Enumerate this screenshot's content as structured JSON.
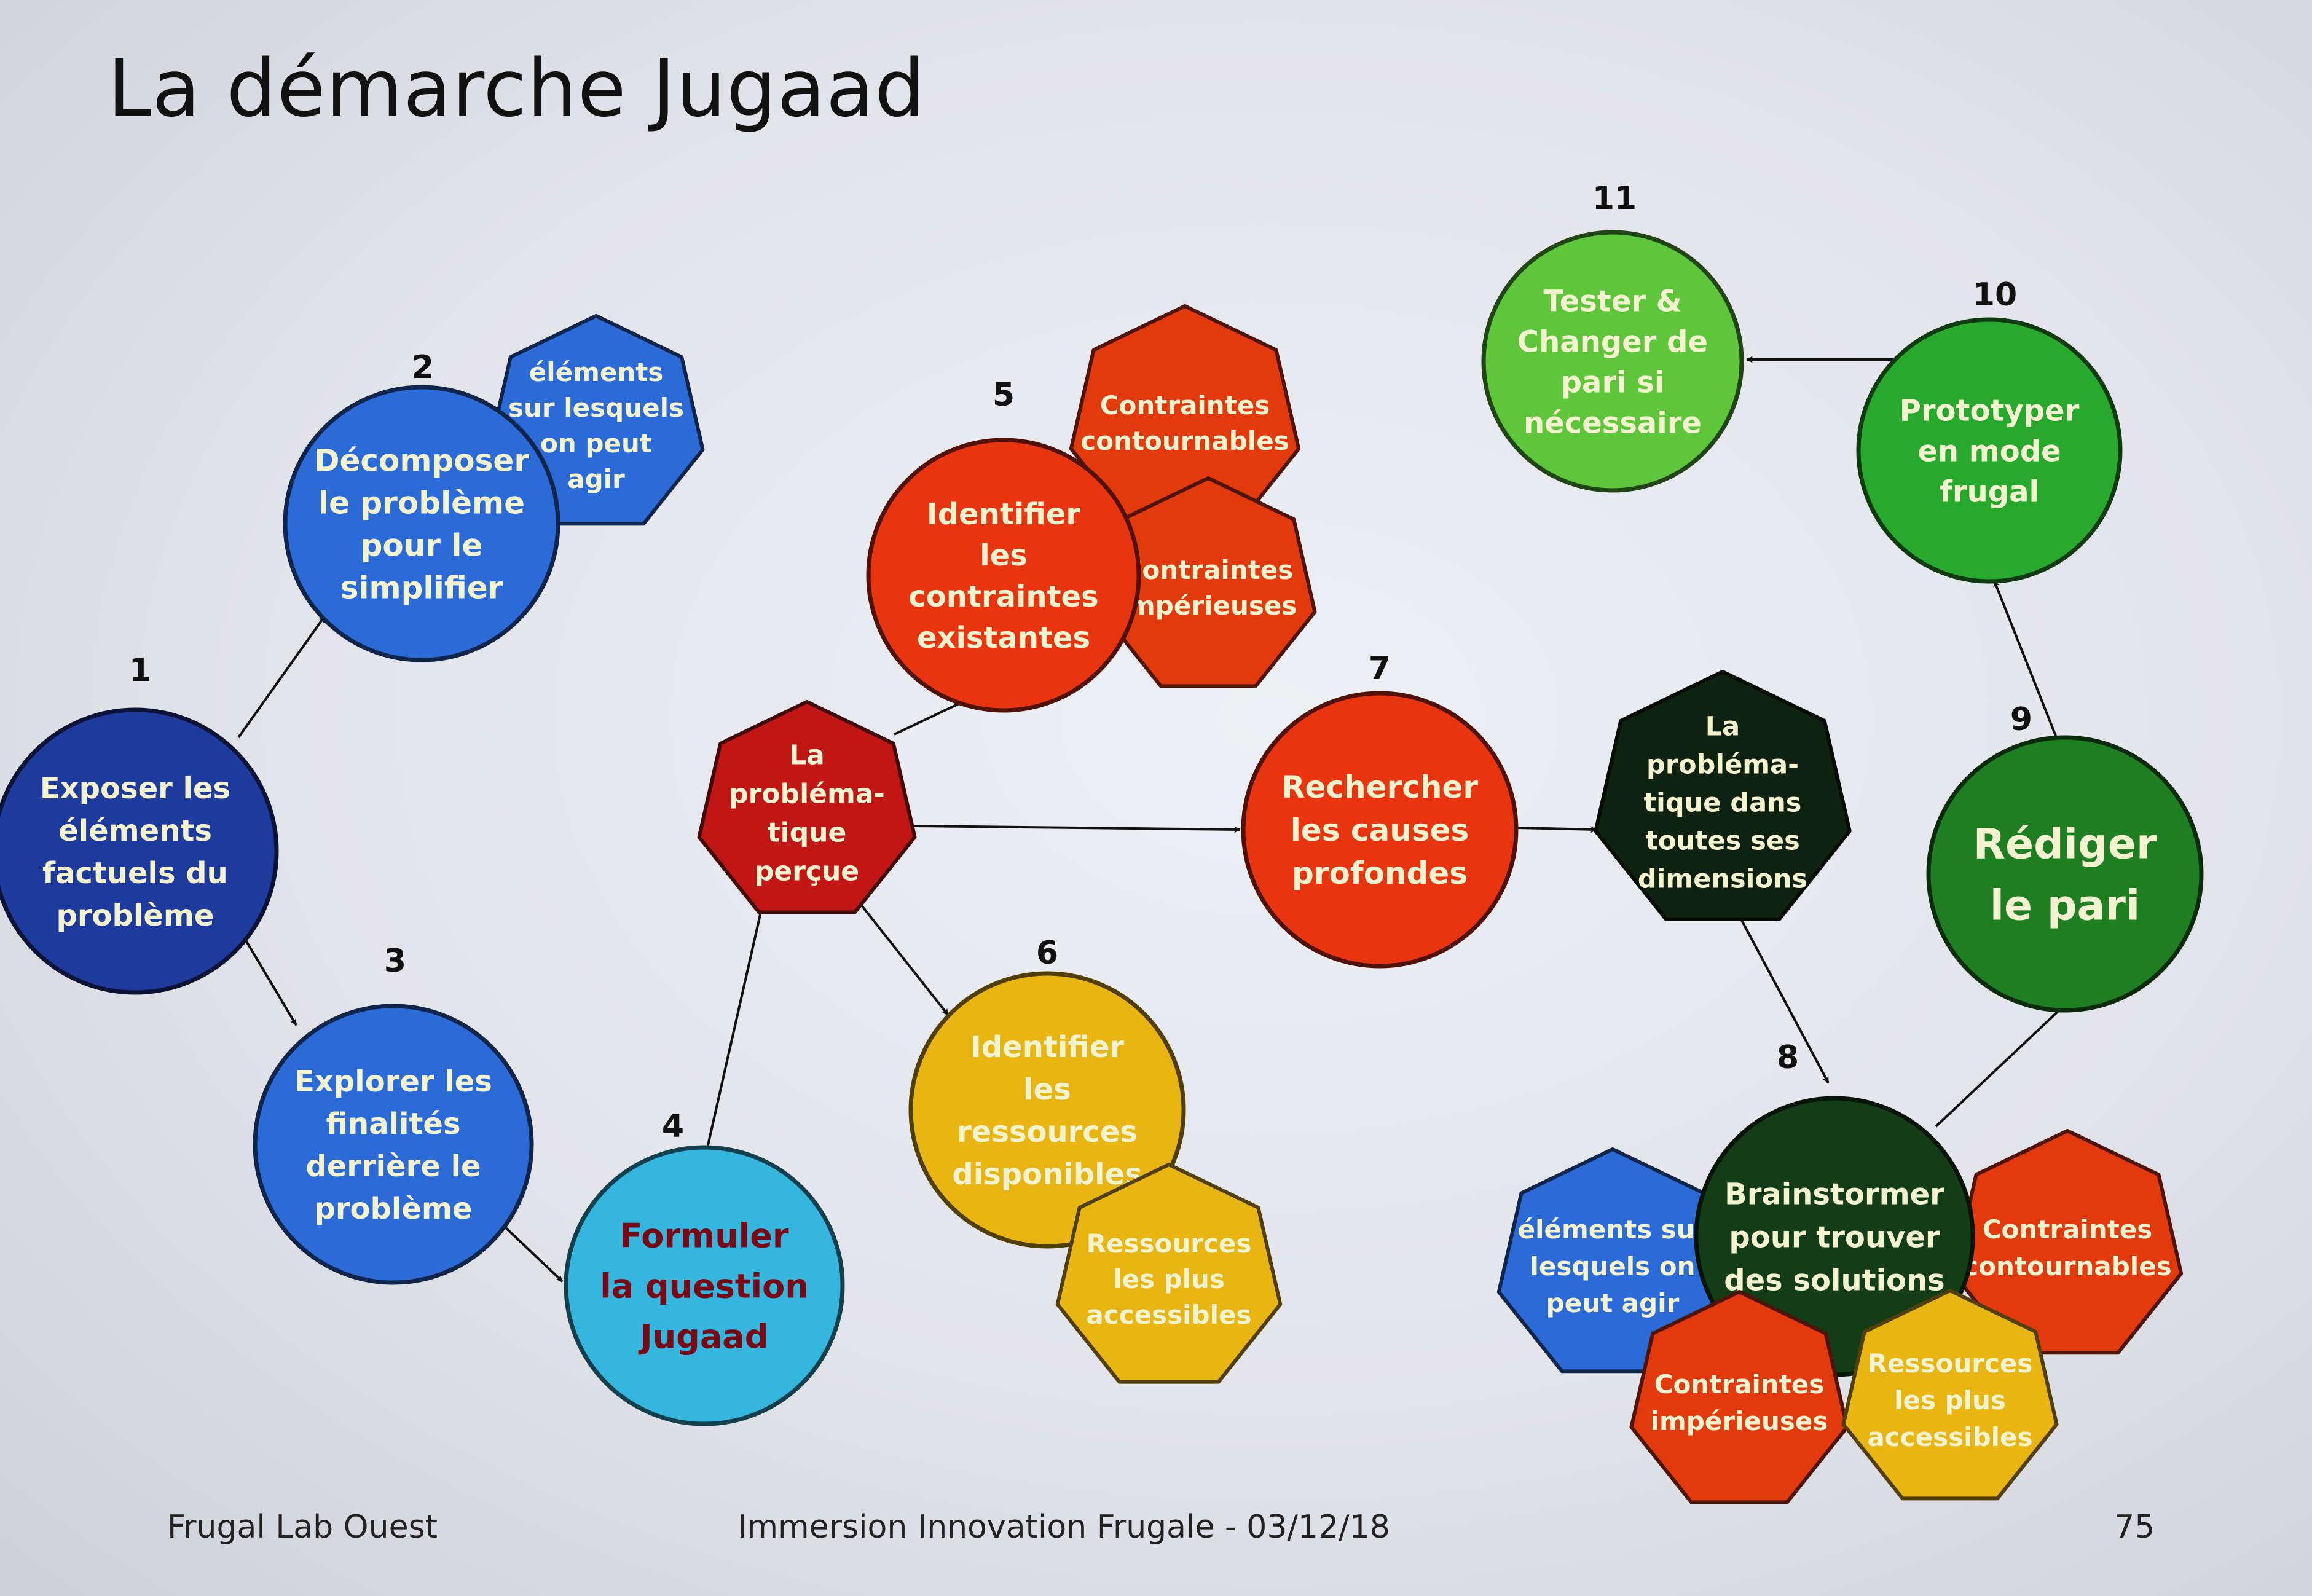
{
  "slide": {
    "title": "La démarche Jugaad",
    "footer_left": "Frugal Lab Ouest",
    "footer_center": "Immersion Innovation Frugale - 03/12/18",
    "page_number": "75"
  },
  "colors": {
    "dark_blue": "#1e3a9c",
    "blue": "#2a6bd8",
    "light_blue": "#34b6de",
    "dark_red": "#c01616",
    "red": "#e8340f",
    "orange_red": "#e23a0c",
    "yellow": "#e8b512",
    "green_light": "#5dc63a",
    "green": "#27a92e",
    "green_dark": "#1d7e22",
    "very_dark_green": "#123d16",
    "black_green": "#0f2210",
    "text_white": "#f3f3d0",
    "text_maroon": "#7a0716"
  },
  "diagram": {
    "nodes": {
      "n1": {
        "number": "1",
        "lines": [
          "Exposer  les",
          "éléments",
          "factuels du",
          "problème"
        ]
      },
      "n2": {
        "number": "2",
        "lines": [
          "Décomposer",
          "le problème",
          "pour le",
          "simplifier"
        ]
      },
      "n2a": {
        "lines": [
          "éléments",
          "sur lesquels",
          "on peut",
          "agir"
        ]
      },
      "n3": {
        "number": "3",
        "lines": [
          "Explorer les",
          "finalités",
          "derrière le",
          "problème"
        ]
      },
      "n4": {
        "number": "4",
        "lines": [
          "Formuler",
          "la question",
          "Jugaad"
        ]
      },
      "np": {
        "lines": [
          "La",
          "probléma-",
          "tique",
          "perçue"
        ]
      },
      "n5": {
        "number": "5",
        "lines": [
          "Identifier",
          "les",
          "contraintes",
          "existantes"
        ]
      },
      "n5a": {
        "lines": [
          "Contraintes",
          "contournables"
        ]
      },
      "n5b": {
        "lines": [
          "Contraintes",
          "impérieuses"
        ]
      },
      "n6": {
        "number": "6",
        "lines": [
          "Identifier",
          "les",
          "ressources",
          "disponibles"
        ]
      },
      "n6a": {
        "lines": [
          "Ressources",
          "les plus",
          "accessibles"
        ]
      },
      "n7": {
        "number": "7",
        "lines": [
          "Rechercher",
          "les causes",
          "profondes"
        ]
      },
      "nd": {
        "lines": [
          "La",
          "probléma-",
          "tique  dans",
          "toutes  ses",
          "dimensions"
        ]
      },
      "n8": {
        "number": "8",
        "lines": [
          "Brainstormer",
          "pour trouver",
          "des solutions"
        ]
      },
      "n8a": {
        "lines": [
          "éléments sur",
          "lesquels on",
          "peut  agir"
        ]
      },
      "n8b": {
        "lines": [
          "Contraintes",
          "contournables"
        ]
      },
      "n8c": {
        "lines": [
          "Contraintes",
          "impérieuses"
        ]
      },
      "n8d": {
        "lines": [
          "Ressources",
          "les plus",
          "accessibles"
        ]
      },
      "n9": {
        "number": "9",
        "lines": [
          "Rédiger",
          "le pari"
        ]
      },
      "n10": {
        "number": "10",
        "lines": [
          "Prototyper",
          "en mode",
          "frugal"
        ]
      },
      "n11": {
        "number": "11",
        "lines": [
          "Tester &",
          "Changer de",
          "pari si",
          "nécessaire"
        ]
      }
    }
  }
}
